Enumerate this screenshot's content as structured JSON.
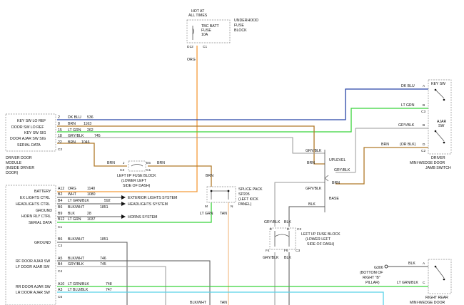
{
  "fuse_block": {
    "hot_label_1": "HOT AT",
    "hot_label_2": "ALL TIMES",
    "fuse_name_1": "TBC BATT",
    "fuse_name_2": "FUSE",
    "fuse_rating": "10A",
    "block_1": "UNDERHOOD",
    "block_2": "FUSE",
    "block_3": "BLOCK",
    "pin_left": "D12",
    "pin_right": "C1",
    "wire_color": "ORG"
  },
  "ddm_top": {
    "pins": [
      {
        "label": "KEY SW LO REF",
        "pin": "2",
        "color": "DK BLU",
        "circuit": "536"
      },
      {
        "label": "DOOR SW LO REF",
        "pin": "8",
        "color": "BRN",
        "circuit": "1163"
      },
      {
        "label": "KEY SW SIG",
        "pin": "15",
        "color": "LT GRN",
        "circuit": "262"
      },
      {
        "label": "DOOR AJAR SW SIG",
        "pin": "18",
        "color": "GRY/BLK",
        "circuit": "745"
      },
      {
        "label": "SERIAL DATA",
        "pin": "22",
        "color": "BRN",
        "circuit": "1046"
      }
    ],
    "connector_label": "C2",
    "name_1": "DRIVER DOOR",
    "name_2": "MODULE",
    "name_3": "(INSIDE DRIVER",
    "name_4": "DOOR)"
  },
  "ddm_bottom": {
    "pins": [
      {
        "label": "BATTERY",
        "pin": "A12",
        "color": "ORG",
        "circuit": "1140"
      },
      {
        "label": "EX LIGHTS CTRL",
        "pin": "B2",
        "color": "WHT",
        "circuit": "1080"
      },
      {
        "label": "HEADLIGHTS CTRL",
        "pin": "B4",
        "color": "LT GRN/BLK",
        "circuit": "592"
      },
      {
        "label": "GROUND",
        "pin": "B6",
        "color": "BLK/WHT",
        "circuit": "1851"
      },
      {
        "label": "HORN RLY CTRL",
        "pin": "B9",
        "color": "BLK",
        "circuit": "28"
      },
      {
        "label": "SERIAL DATA",
        "pin": "B12",
        "color": "LT GRN",
        "circuit": "1037"
      }
    ],
    "connector_c1": "C1",
    "ground": {
      "label": "GROUND",
      "pin": "B6",
      "color": "BLK/WHT",
      "circuit": "1851"
    },
    "connector_c3": "C3",
    "rf_ajar": {
      "label": "RF DOOR AJAR SW",
      "pin": "A5",
      "color": "BLK/WHT",
      "circuit": "746"
    },
    "lf_ajar": {
      "label": "LF DOOR AJAR SW",
      "pin": "B4",
      "color": "GRY/BLK",
      "circuit": "745"
    },
    "connector_c4": "C4",
    "rr_ajar": {
      "label": "RR DOOR AJAR SW",
      "pin": "A10",
      "color": "LT GRN/BLK",
      "circuit": "748"
    },
    "lr_ajar": {
      "label": "LR DOOR AJAR SW",
      "pin": "A3",
      "color": "LT BLU/BLK",
      "circuit": "747"
    },
    "connector_c6": "C6"
  },
  "destinations": {
    "exterior_lights": "EXTERIOR LIGHTS SYSTEM",
    "headlights": "HEADLIGHTS SYSTEM",
    "horns": "HORNS SYSTEM"
  },
  "lip_fuse_top": {
    "pin_j": "J",
    "pin_e5": "E5",
    "conn_c3": "C3",
    "conn_c1": "C1",
    "wire_left": "BRN",
    "wire_right": "BRN",
    "label_1": "LEFT I/P FUSE BLOCK",
    "label_2": "(LOWER LEFT",
    "label_3": "SIDE OF DASH)"
  },
  "splice_pack": {
    "label_1": "SPLICE PACK",
    "label_2": "SP205",
    "label_3": "(LEFT KICK",
    "label_4": "PANEL)",
    "wire_top": "BRN",
    "pin_m": "M",
    "pin_n": "N",
    "wire_left": "LT GRN",
    "wire_right": "TAN"
  },
  "lip_fuse_bottom": {
    "pin_k": "K",
    "pin_d": "D",
    "conn_c2": "C2",
    "pin_f4": "F4",
    "pin_f6": "F6",
    "conn_c3": "C3",
    "wire_left": "GRY/BLK",
    "wire_right": "BLK",
    "label_1": "LEFT I/P FUSE BLOCK",
    "label_2": "(LOWER LEFT",
    "label_3": "SIDE OF DASH)",
    "bottom_left": "GRY/BLK",
    "bottom_right": "BLK"
  },
  "options": {
    "uplevel": "UPLEVEL",
    "uplevel_brn": "BRN",
    "uplevel_grykblk": "GRY/BLK",
    "base": "BASE",
    "base_brn": "BRN",
    "base_or_blk": "(OR BLK)",
    "base_grykblk": "GRY/BLK",
    "base_blk": "BLK",
    "mid_grykblk": "GRY/BLK",
    "mid_brn": "BRN"
  },
  "driver_jamb": {
    "key_sw": "KEY SW",
    "ajar_sw_1": "AJAR",
    "ajar_sw_2": "SW",
    "pin_a": "A",
    "pin_b": "B",
    "pin_c3": "C3",
    "pin_b2": "B",
    "pin_d": "D",
    "pin_c2": "C2",
    "wire_a": "DK BLU",
    "wire_b": "LT GRN",
    "wire_b2": "GRY/BLK",
    "wire_d": "BRN",
    "wire_d2": "(OR BLK)",
    "name_1": "DRIVER",
    "name_2": "MINI-WEDGE DOOR",
    "name_3": "JAMB SWITCH"
  },
  "right_rear": {
    "ground_id": "G306",
    "ground_1": "(BOTTOM OF",
    "ground_2": "RIGHT \"B\"",
    "ground_3": "PILLAR)",
    "wire_a": "BLK",
    "wire_c": "LT GRN/BLK",
    "pin_a": "A",
    "pin_c": "C",
    "name_1": "RIGHT REAR",
    "name_2": "MINI-WEDGE DOOR"
  },
  "bottom_wires": {
    "blkwht": "BLK/WHT",
    "tan": "TAN"
  },
  "colors": {
    "org": "#f39c3a",
    "dkblu": "#2845a8",
    "ltgrn": "#38d43a",
    "brn": "#b07a2a",
    "gry": "#9a9a9a",
    "ltblu": "#58d2e8"
  }
}
